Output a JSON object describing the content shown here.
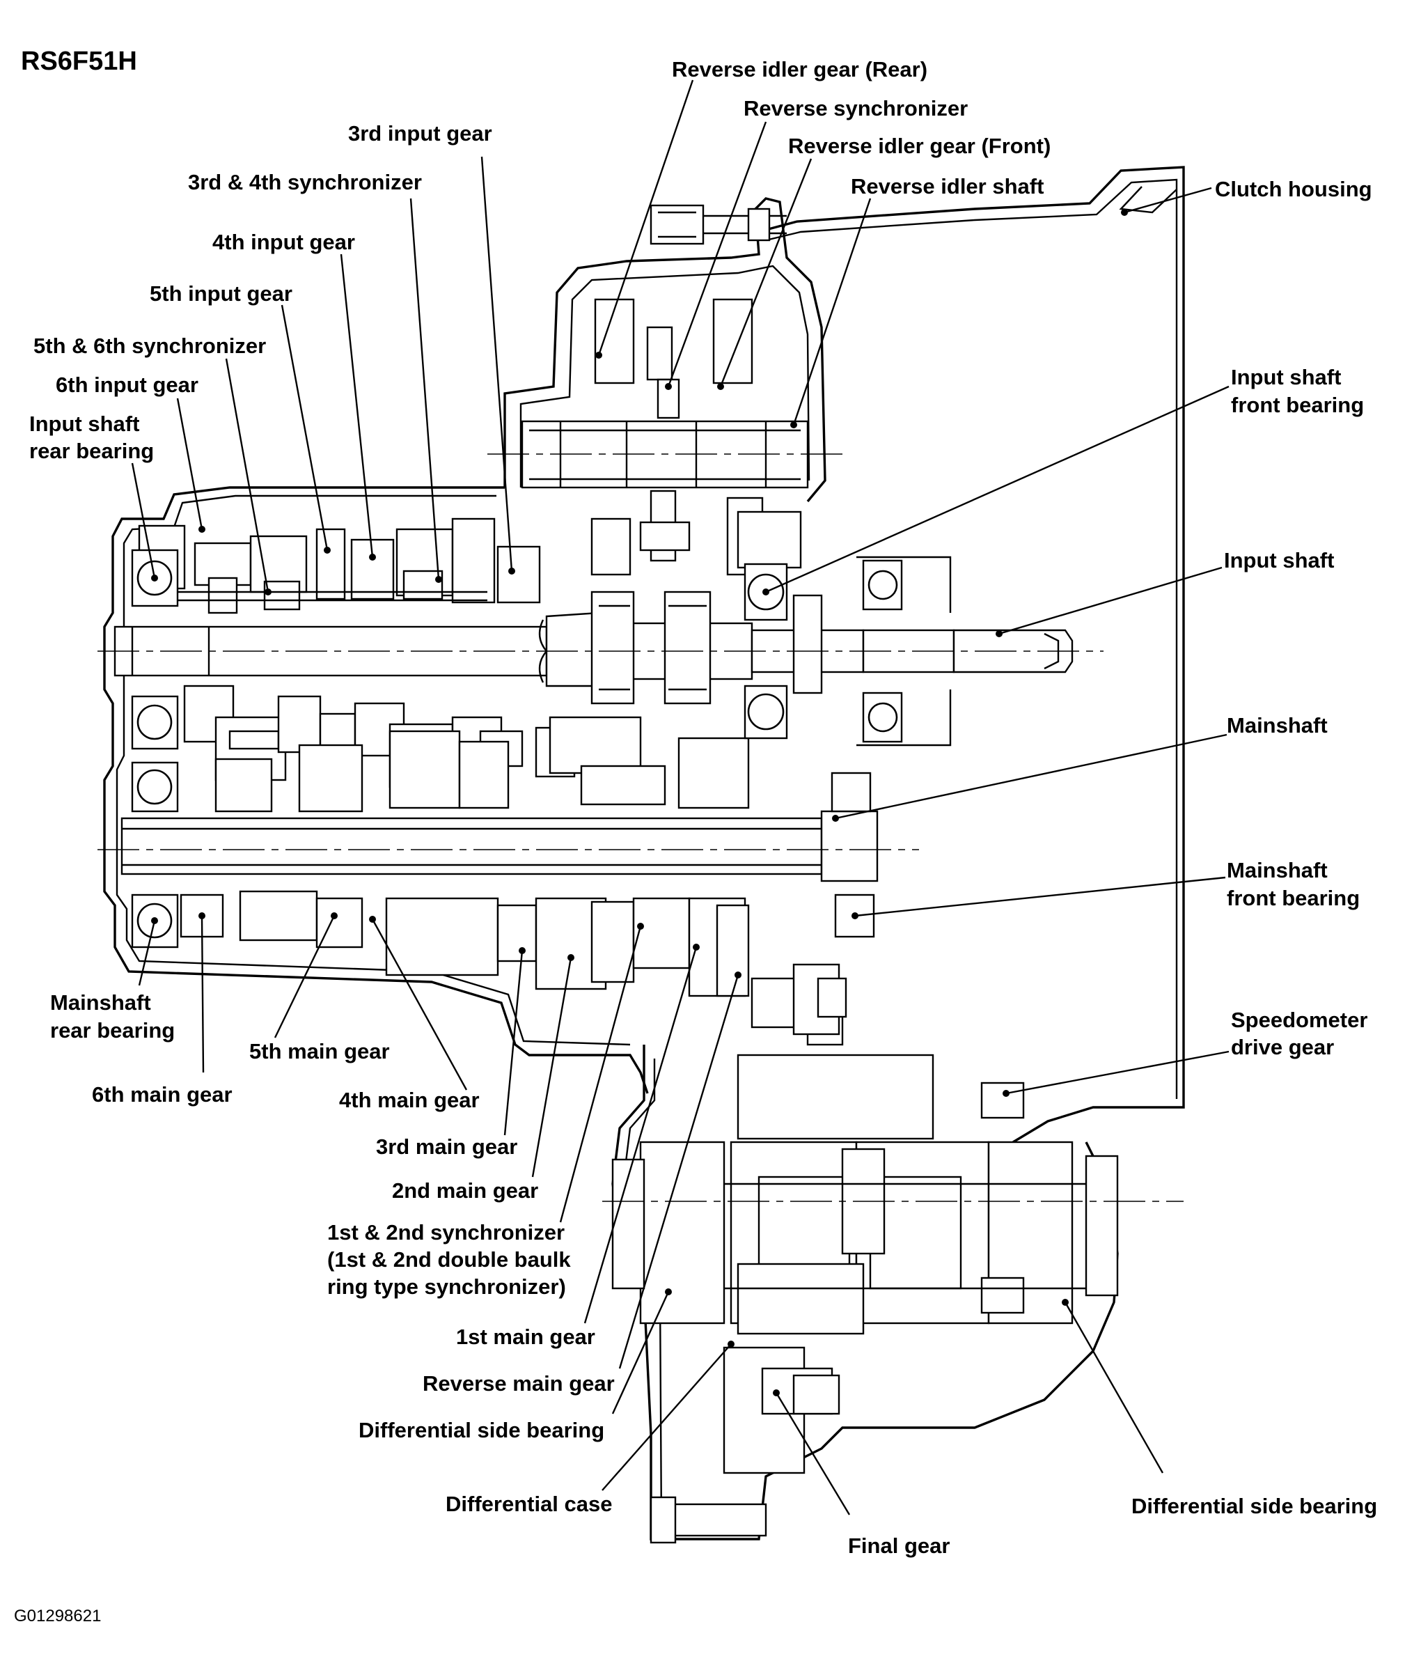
{
  "title": "RS6F51H",
  "figure_code": "G01298621",
  "labels": {
    "reverse_idler_gear_rear": "Reverse idler gear (Rear)",
    "reverse_synchronizer": "Reverse synchronizer",
    "reverse_idler_gear_front": "Reverse idler gear (Front)",
    "reverse_idler_shaft": "Reverse idler shaft",
    "clutch_housing": "Clutch housing",
    "third_input_gear": "3rd input gear",
    "third_fourth_synchronizer": "3rd & 4th synchronizer",
    "fourth_input_gear": "4th input gear",
    "fifth_input_gear": "5th input gear",
    "fifth_sixth_synchronizer": "5th & 6th synchronizer",
    "sixth_input_gear": "6th input gear",
    "input_shaft_rear_bearing": [
      "Input shaft",
      "rear bearing"
    ],
    "input_shaft_front_bearing": [
      "Input shaft",
      "front bearing"
    ],
    "input_shaft": "Input shaft",
    "mainshaft": "Mainshaft",
    "mainshaft_front_bearing": [
      "Mainshaft",
      "front bearing"
    ],
    "mainshaft_rear_bearing": [
      "Mainshaft",
      "rear bearing"
    ],
    "sixth_main_gear": "6th main gear",
    "fifth_main_gear": "5th main gear",
    "fourth_main_gear": "4th main gear",
    "third_main_gear": "3rd main gear",
    "second_main_gear": "2nd main gear",
    "first_second_synchronizer": [
      "1st & 2nd synchronizer",
      "(1st & 2nd double baulk",
      "ring type synchronizer)"
    ],
    "first_main_gear": "1st main gear",
    "reverse_main_gear": "Reverse main gear",
    "differential_side_bearing_left": "Differential side bearing",
    "differential_case": "Differential case",
    "final_gear": "Final gear",
    "differential_side_bearing_right": "Differential side bearing",
    "speedometer_drive_gear": [
      "Speedometer",
      "drive gear"
    ]
  }
}
